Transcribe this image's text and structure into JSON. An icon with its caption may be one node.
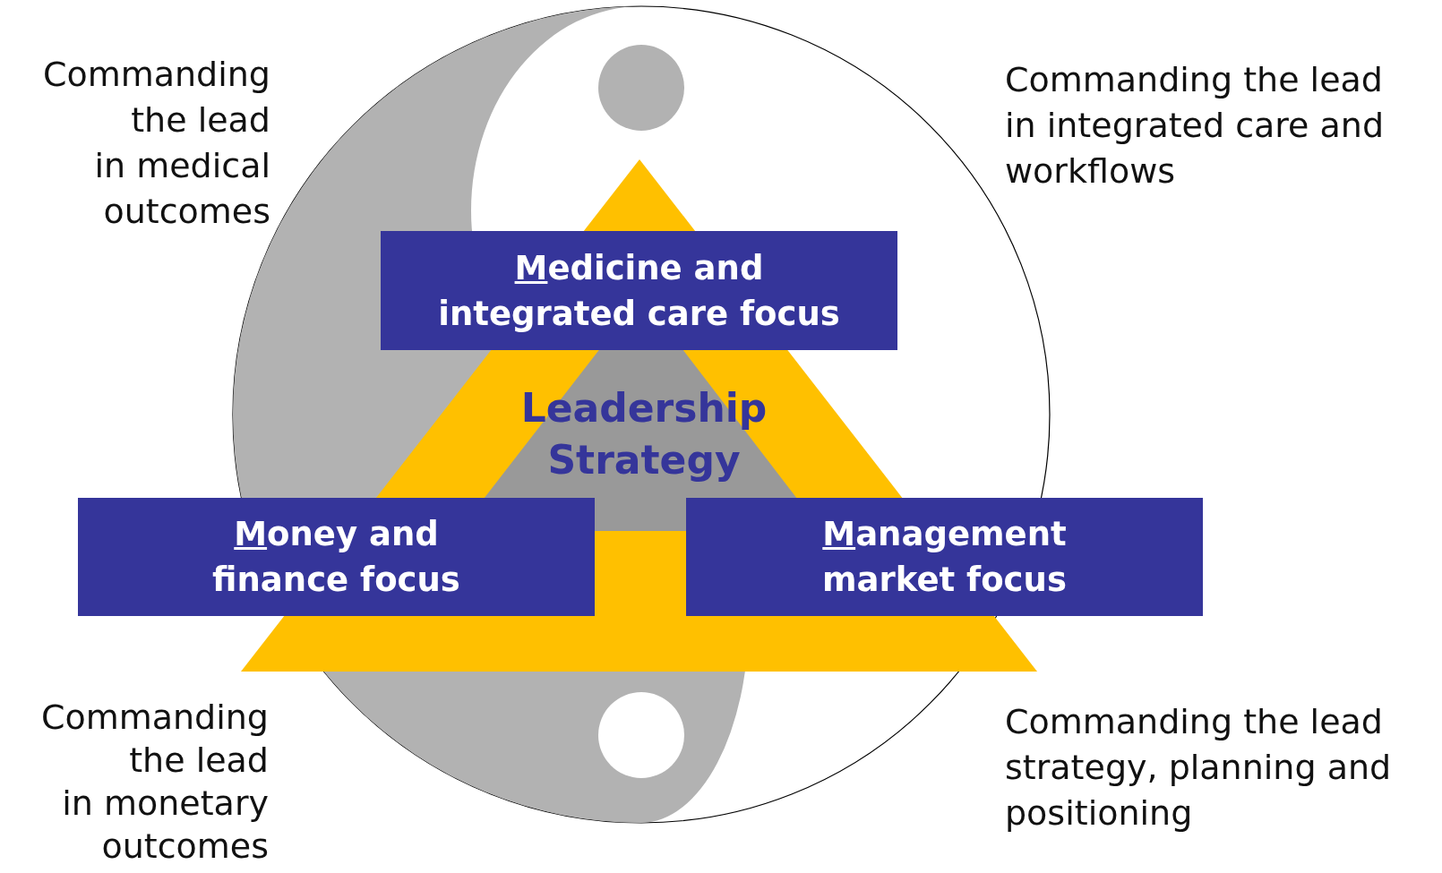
{
  "diagram": {
    "nodes": [
      {
        "text": [
          "Medicine and integrated care focus"
        ]
      },
      {
        "text": [
          "Money and finance focus"
        ]
      },
      {
        "text": [
          "Management market focus"
        ]
      }
    ],
    "labels": [
      "Commanding the lead in medical outcomes",
      "Commanding the lead in integrated care and workflows",
      "Leadership Strategy",
      "Commanding the lead in monetary outcomes",
      "Commanding the lead strategy, planning and positioning"
    ]
  }
}
